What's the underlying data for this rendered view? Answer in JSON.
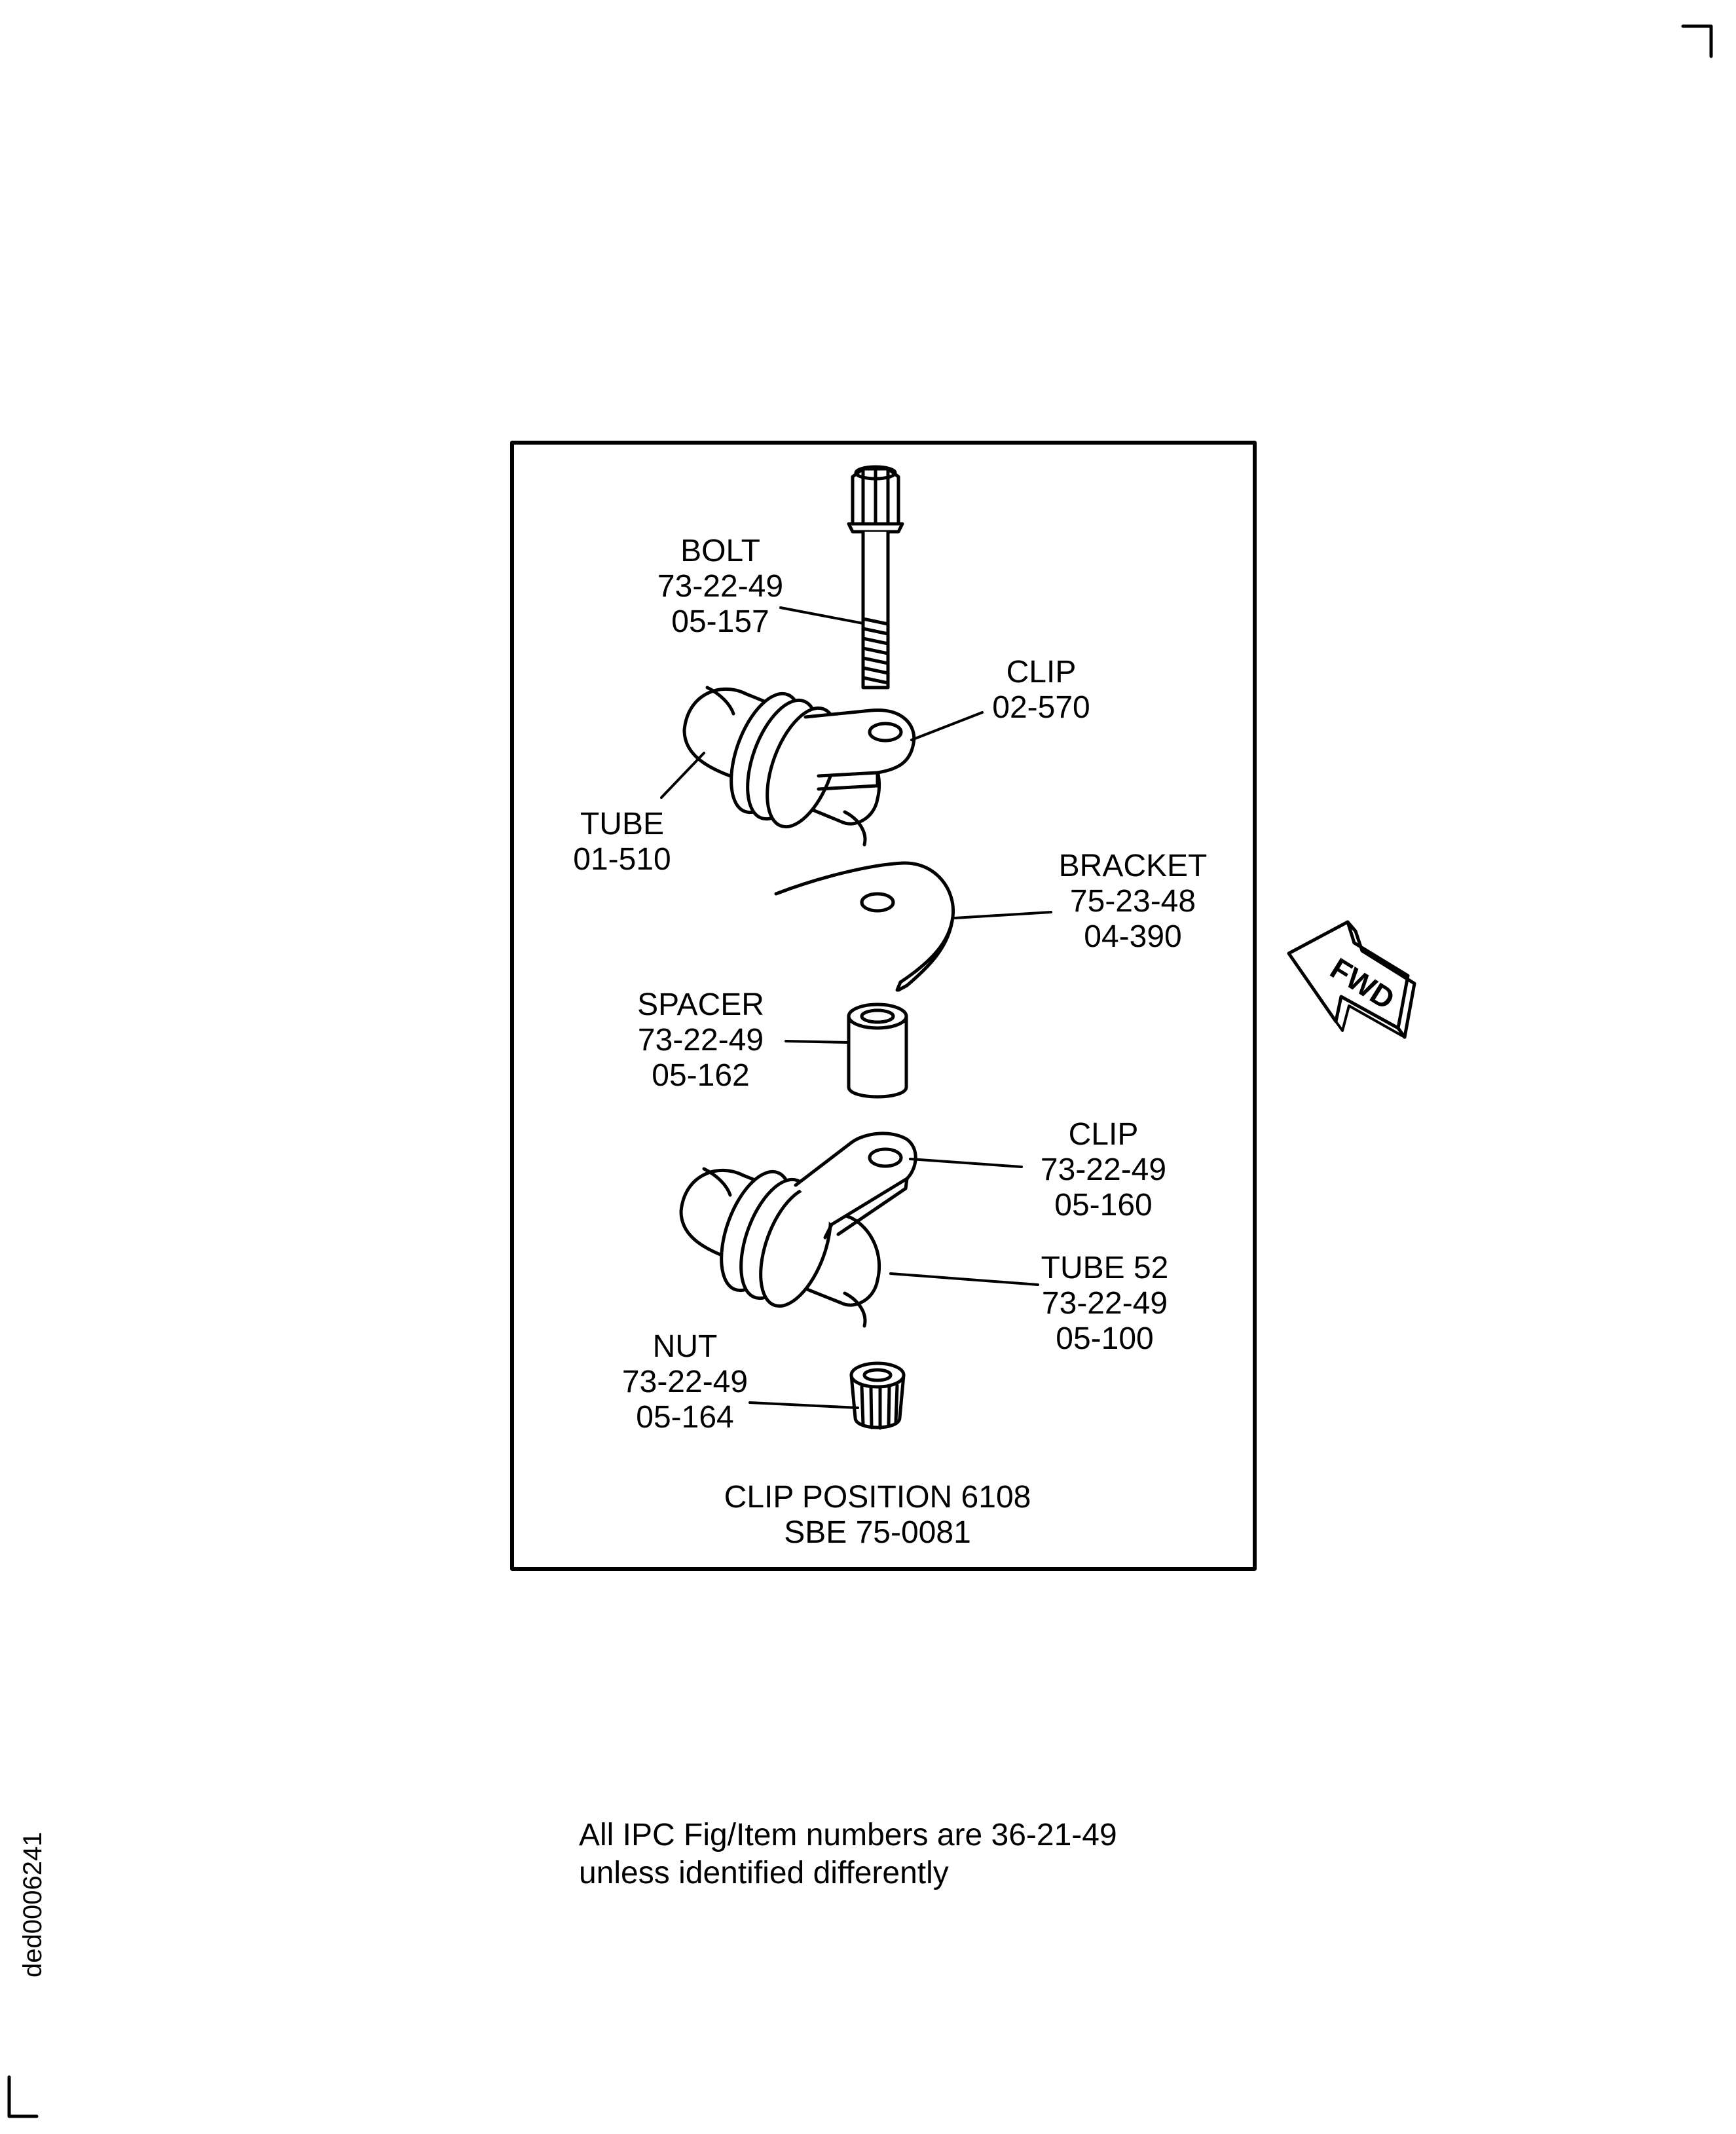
{
  "figure": {
    "caption_line1": "CLIP POSITION 6108",
    "caption_line2": "SBE 75-0081",
    "note_line1": "All IPC Fig/Item numbers are 36-21-49",
    "note_line2": "unless identified differently",
    "doc_id": "ded0006241",
    "fwd_label": "FWD"
  },
  "callouts": [
    {
      "name": "BOLT",
      "line2": "73-22-49",
      "line3": "05-157"
    },
    {
      "name": "CLIP",
      "line2": "02-570"
    },
    {
      "name": "TUBE",
      "line2": "01-510"
    },
    {
      "name": "BRACKET",
      "line2": "75-23-48",
      "line3": "04-390"
    },
    {
      "name": "SPACER",
      "line2": "73-22-49",
      "line3": "05-162"
    },
    {
      "name": "CLIP",
      "line2": "73-22-49",
      "line3": "05-160"
    },
    {
      "name": "TUBE 52",
      "line2": "73-22-49",
      "line3": "05-100"
    },
    {
      "name": "NUT",
      "line2": "73-22-49",
      "line3": "05-164"
    }
  ]
}
